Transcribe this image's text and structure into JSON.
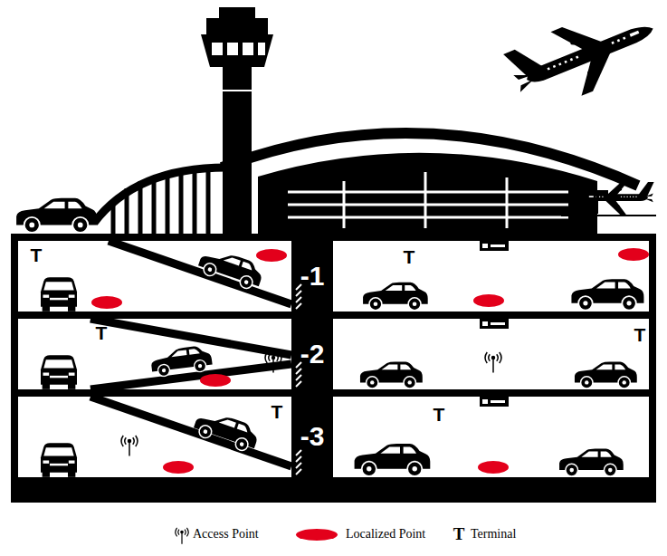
{
  "diagram": {
    "labels": [
      "T",
      "-1",
      "T",
      "T",
      "-2",
      "T",
      "T",
      "-3",
      "T",
      "T"
    ],
    "legend": [
      {
        "text": "Access Point"
      },
      {
        "text": "Localized Point",
        "color": "#e3001b"
      },
      {
        "text": "Terminal"
      }
    ]
  }
}
